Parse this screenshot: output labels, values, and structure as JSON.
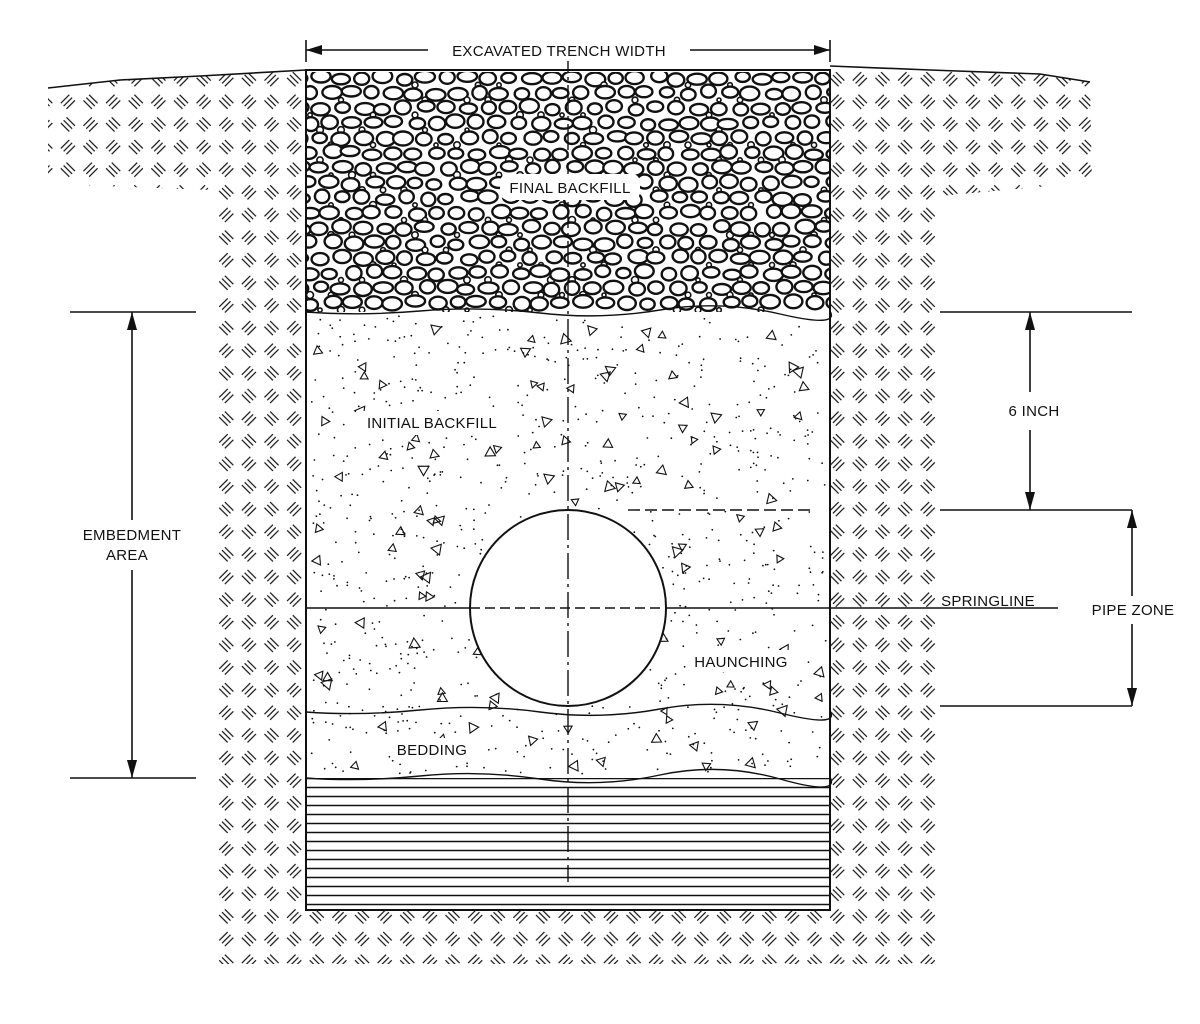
{
  "diagram": {
    "title": "",
    "labels": {
      "trench_width": "EXCAVATED TRENCH WIDTH",
      "final_backfill": "FINAL BACKFILL",
      "initial_backfill": "INITIAL BACKFILL",
      "embedment_1": "EMBEDMENT",
      "embedment_2": "AREA",
      "six_inch": "6 INCH",
      "springline": "SPRINGLINE",
      "pipe_zone": "PIPE ZONE",
      "haunching": "HAUNCHING",
      "bedding": "BEDDING"
    },
    "colors": {
      "ink": "#111111",
      "paper": "#ffffff"
    }
  }
}
